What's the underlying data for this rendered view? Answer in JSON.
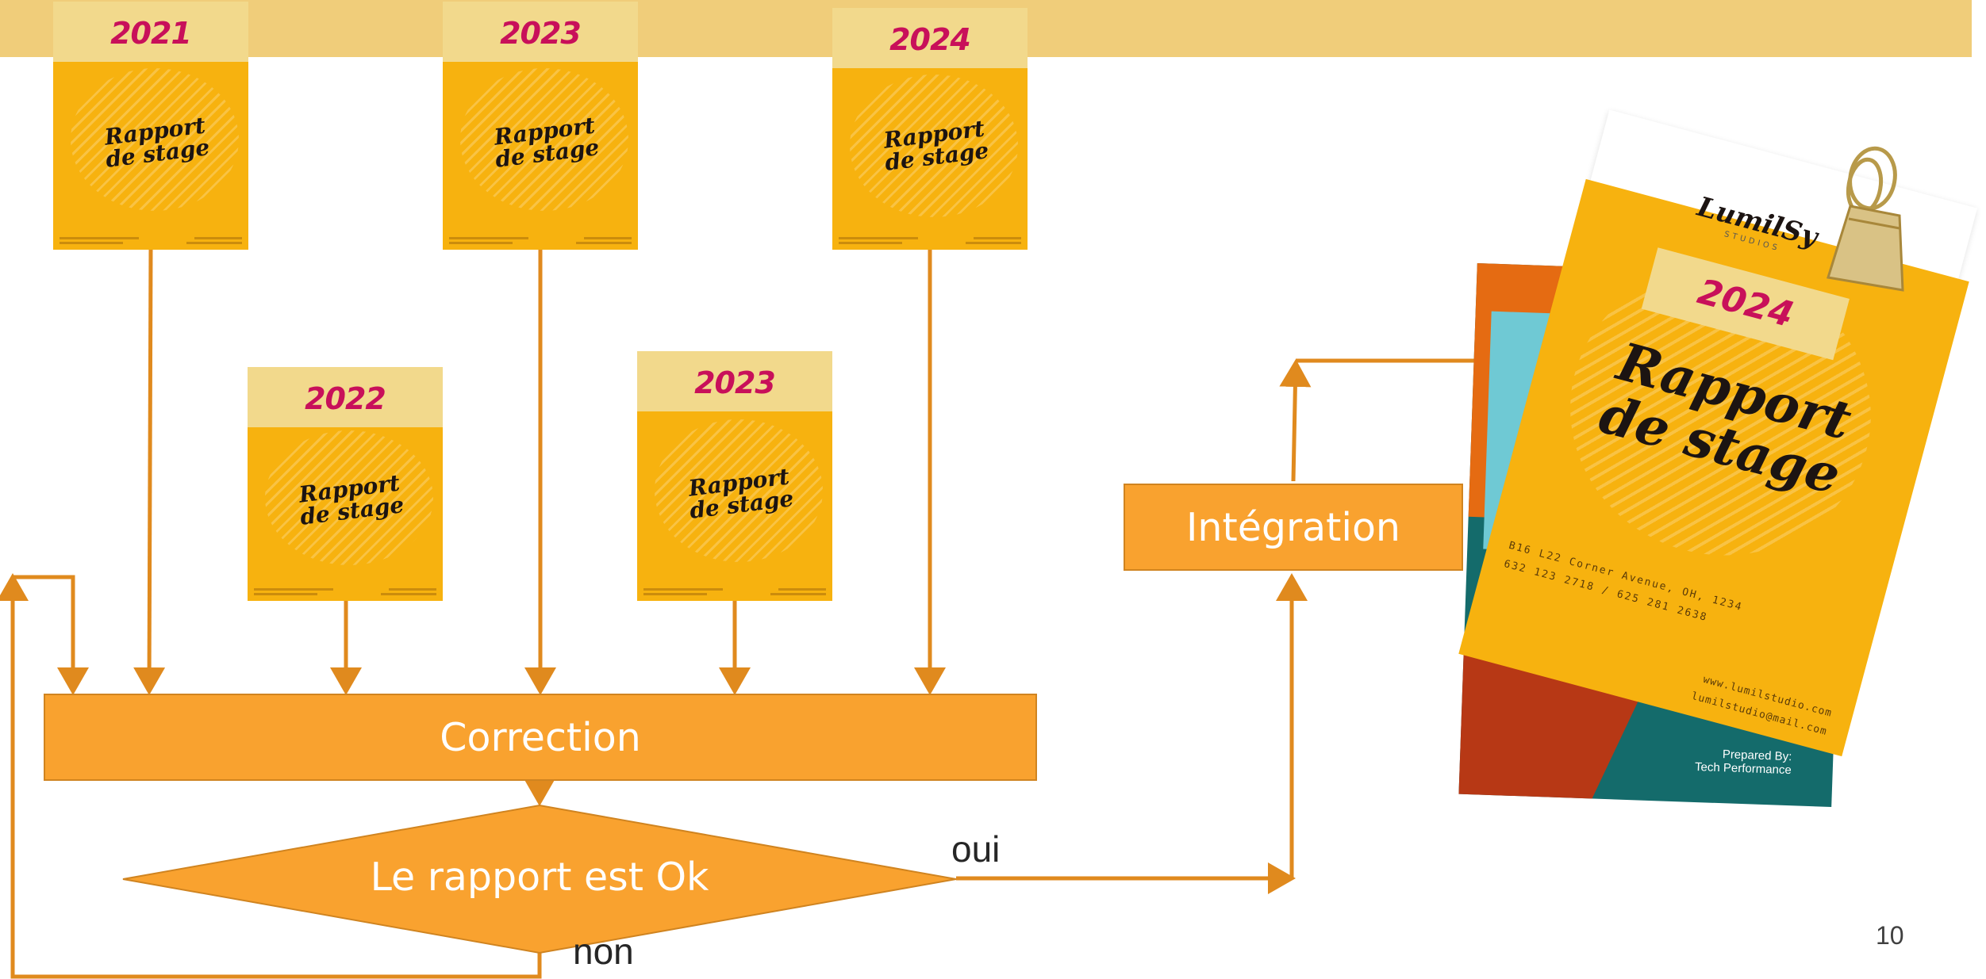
{
  "reports": [
    {
      "year": "2021",
      "title_line1": "Rapport",
      "title_line2": "de stage"
    },
    {
      "year": "2022",
      "title_line1": "Rapport",
      "title_line2": "de stage"
    },
    {
      "year": "2023",
      "title_line1": "Rapport",
      "title_line2": "de stage"
    },
    {
      "year": "2023",
      "title_line1": "Rapport",
      "title_line2": "de stage"
    },
    {
      "year": "2024",
      "title_line1": "Rapport",
      "title_line2": "de stage"
    }
  ],
  "flow": {
    "correction": "Correction",
    "decision": "Le rapport est Ok",
    "yes": "oui",
    "no": "non",
    "integration": "Intégration"
  },
  "mockup": {
    "brand": "LumilSy",
    "brand_sub": "STUDIOS",
    "year": "2024",
    "title_line1": "Rapport",
    "title_line2": "de stage",
    "address_line1": "B16 L22 Corner Avenue, OH, 1234",
    "address_line2": "632 123 2718 / 625 281 2638",
    "web_line1": "www.lumilstudio.com",
    "web_line2": "lumilstudio@mail.com",
    "prepared_label": "Prepared By:",
    "prepared_by": "Tech Performance"
  },
  "page_number": "10",
  "colors": {
    "arrow": "#e08a1e",
    "box_fill": "#f9a22f",
    "top_bar": "#f0cd7a",
    "report_cover": "#f7b20f",
    "report_band": "#f2d98c",
    "year_text": "#c8105a"
  }
}
